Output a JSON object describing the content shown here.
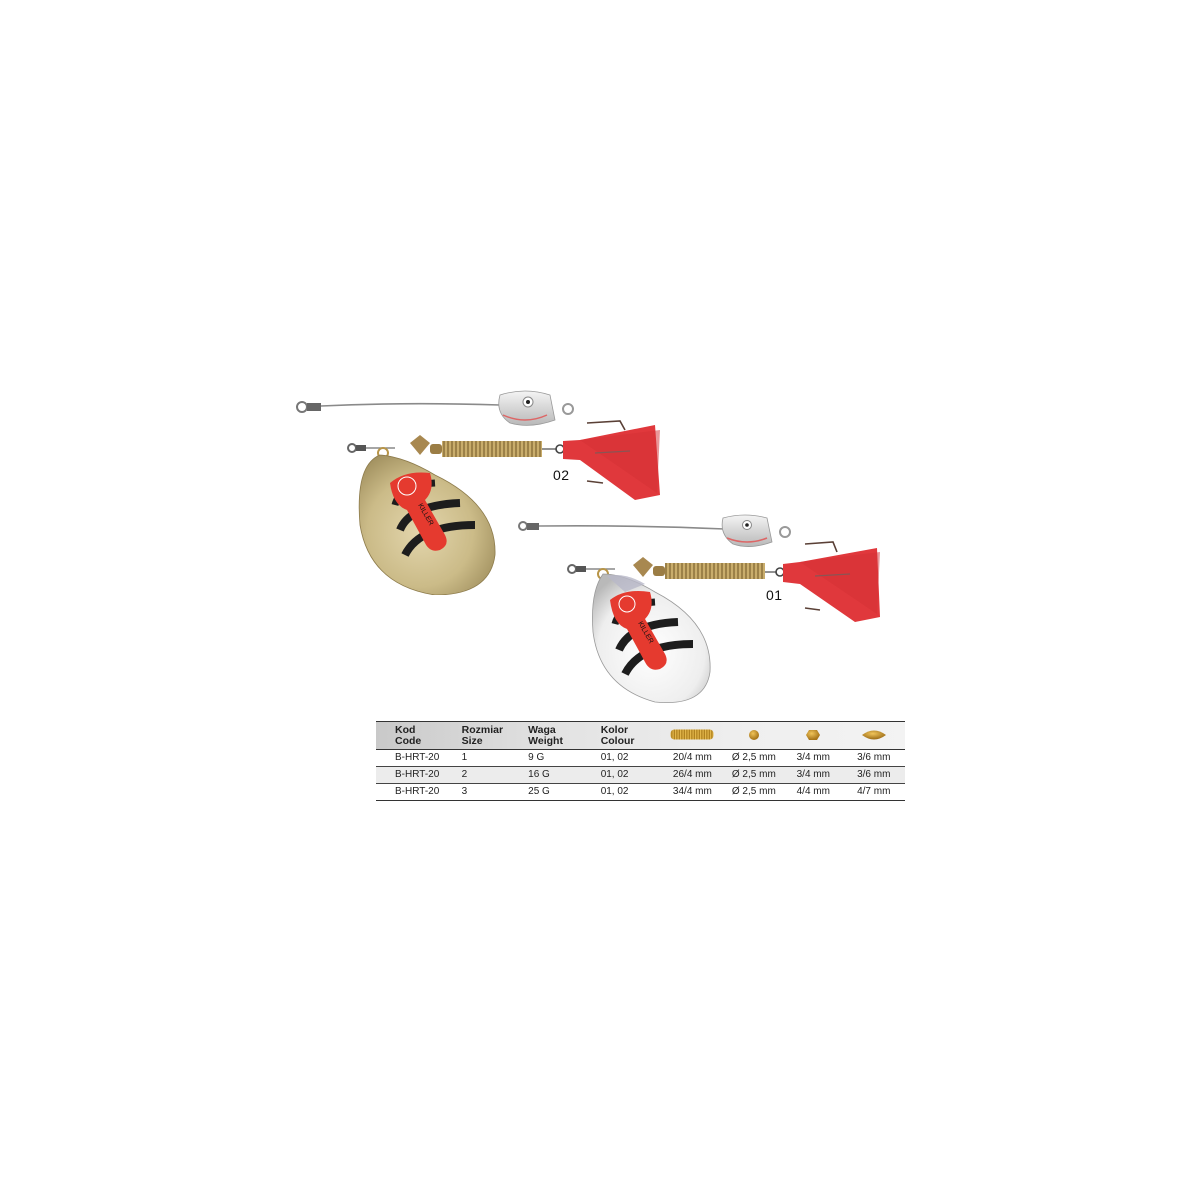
{
  "product": {
    "variants": [
      {
        "code_label": "02",
        "blade_finish": "gold",
        "blade_text": "KILLER",
        "blade_size": "3",
        "blade_weight": "25g"
      },
      {
        "code_label": "01",
        "blade_finish": "silver",
        "blade_text": "KILLER",
        "blade_size": "3",
        "blade_weight": "25g"
      }
    ],
    "colors": {
      "gold_blade": "#c9b98a",
      "silver_blade": "#f2f2f2",
      "tassel_red": "#e0383c",
      "decal_red": "#e53a2f",
      "stripe_black": "#1d1d1d",
      "brass_body": "#9c8148",
      "wire": "#8a8a8a"
    }
  },
  "table": {
    "headers": [
      {
        "line1": "Kod",
        "line2": "Code"
      },
      {
        "line1": "Rozmiar",
        "line2": "Size"
      },
      {
        "line1": "Waga",
        "line2": "Weight"
      },
      {
        "line1": "Kolor",
        "line2": "Colour"
      },
      {
        "icon": "spring-body-icon"
      },
      {
        "icon": "round-bead-icon"
      },
      {
        "icon": "hex-bead-icon"
      },
      {
        "icon": "oval-bead-icon"
      }
    ],
    "rows": [
      [
        "B-HRT-20",
        "1",
        "9 G",
        "01, 02",
        "20/4 mm",
        "Ø 2,5 mm",
        "3/4 mm",
        "3/6 mm"
      ],
      [
        "B-HRT-20",
        "2",
        "16 G",
        "01, 02",
        "26/4 mm",
        "Ø 2,5 mm",
        "3/4 mm",
        "3/6 mm"
      ],
      [
        "B-HRT-20",
        "3",
        "25 G",
        "01, 02",
        "34/4 mm",
        "Ø 2,5 mm",
        "4/4 mm",
        "4/7 mm"
      ]
    ]
  }
}
